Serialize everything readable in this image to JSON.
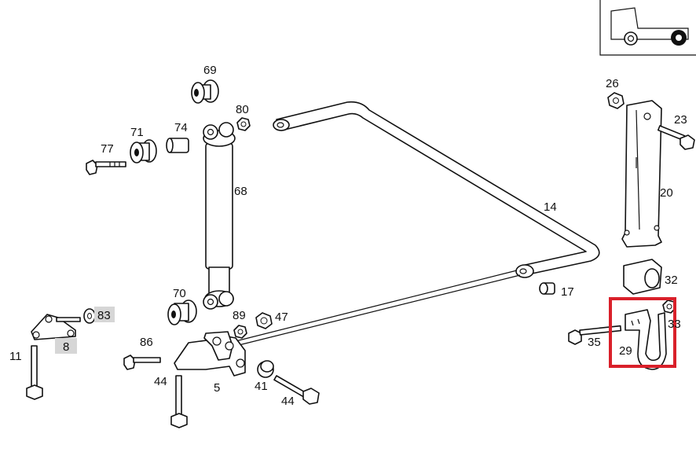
{
  "labels": {
    "p69": "69",
    "p80": "80",
    "p71": "71",
    "p74": "74",
    "p77": "77",
    "p68": "68",
    "p70": "70",
    "p89": "89",
    "p47": "47",
    "p86": "86",
    "p5": "5",
    "p41": "41",
    "p44a": "44",
    "p44b": "44",
    "p83": "83",
    "p8": "8",
    "p11": "11",
    "p14": "14",
    "p17": "17",
    "p26": "26",
    "p23": "23",
    "p20": "20",
    "p32": "32",
    "p33": "33",
    "p35": "35",
    "p29": "29"
  },
  "highlight": {
    "selected_part": "29",
    "box_color": "#d9202a"
  },
  "colors": {
    "line": "#111111",
    "label_highlight": "#d6d6d6"
  }
}
